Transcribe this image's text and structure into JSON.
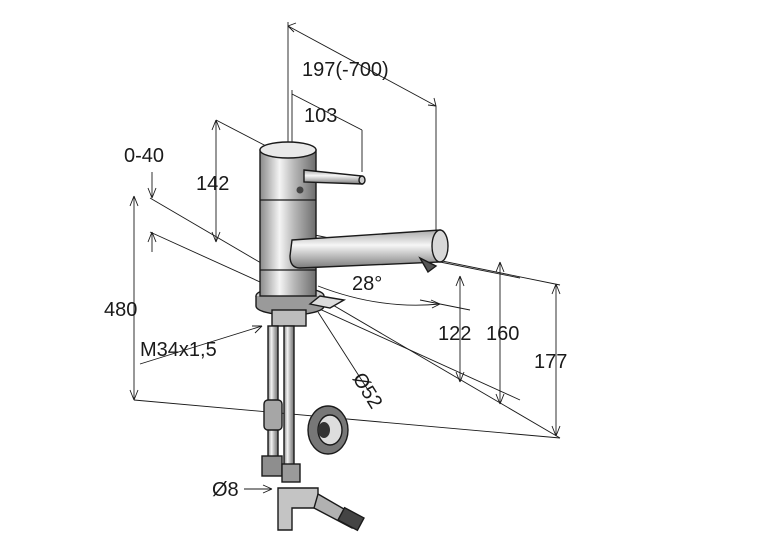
{
  "dimensions": {
    "reach_total": "197(-700)",
    "lever_reach": "103",
    "deck_thickness": "0-40",
    "lever_height": "142",
    "total_height": "480",
    "thread": "M34x1,5",
    "base_diameter": "Ø52",
    "swivel_angle": "28°",
    "spout_height": "122",
    "spout_top": "160",
    "overall_height": "177",
    "hose_diameter": "Ø8"
  }
}
